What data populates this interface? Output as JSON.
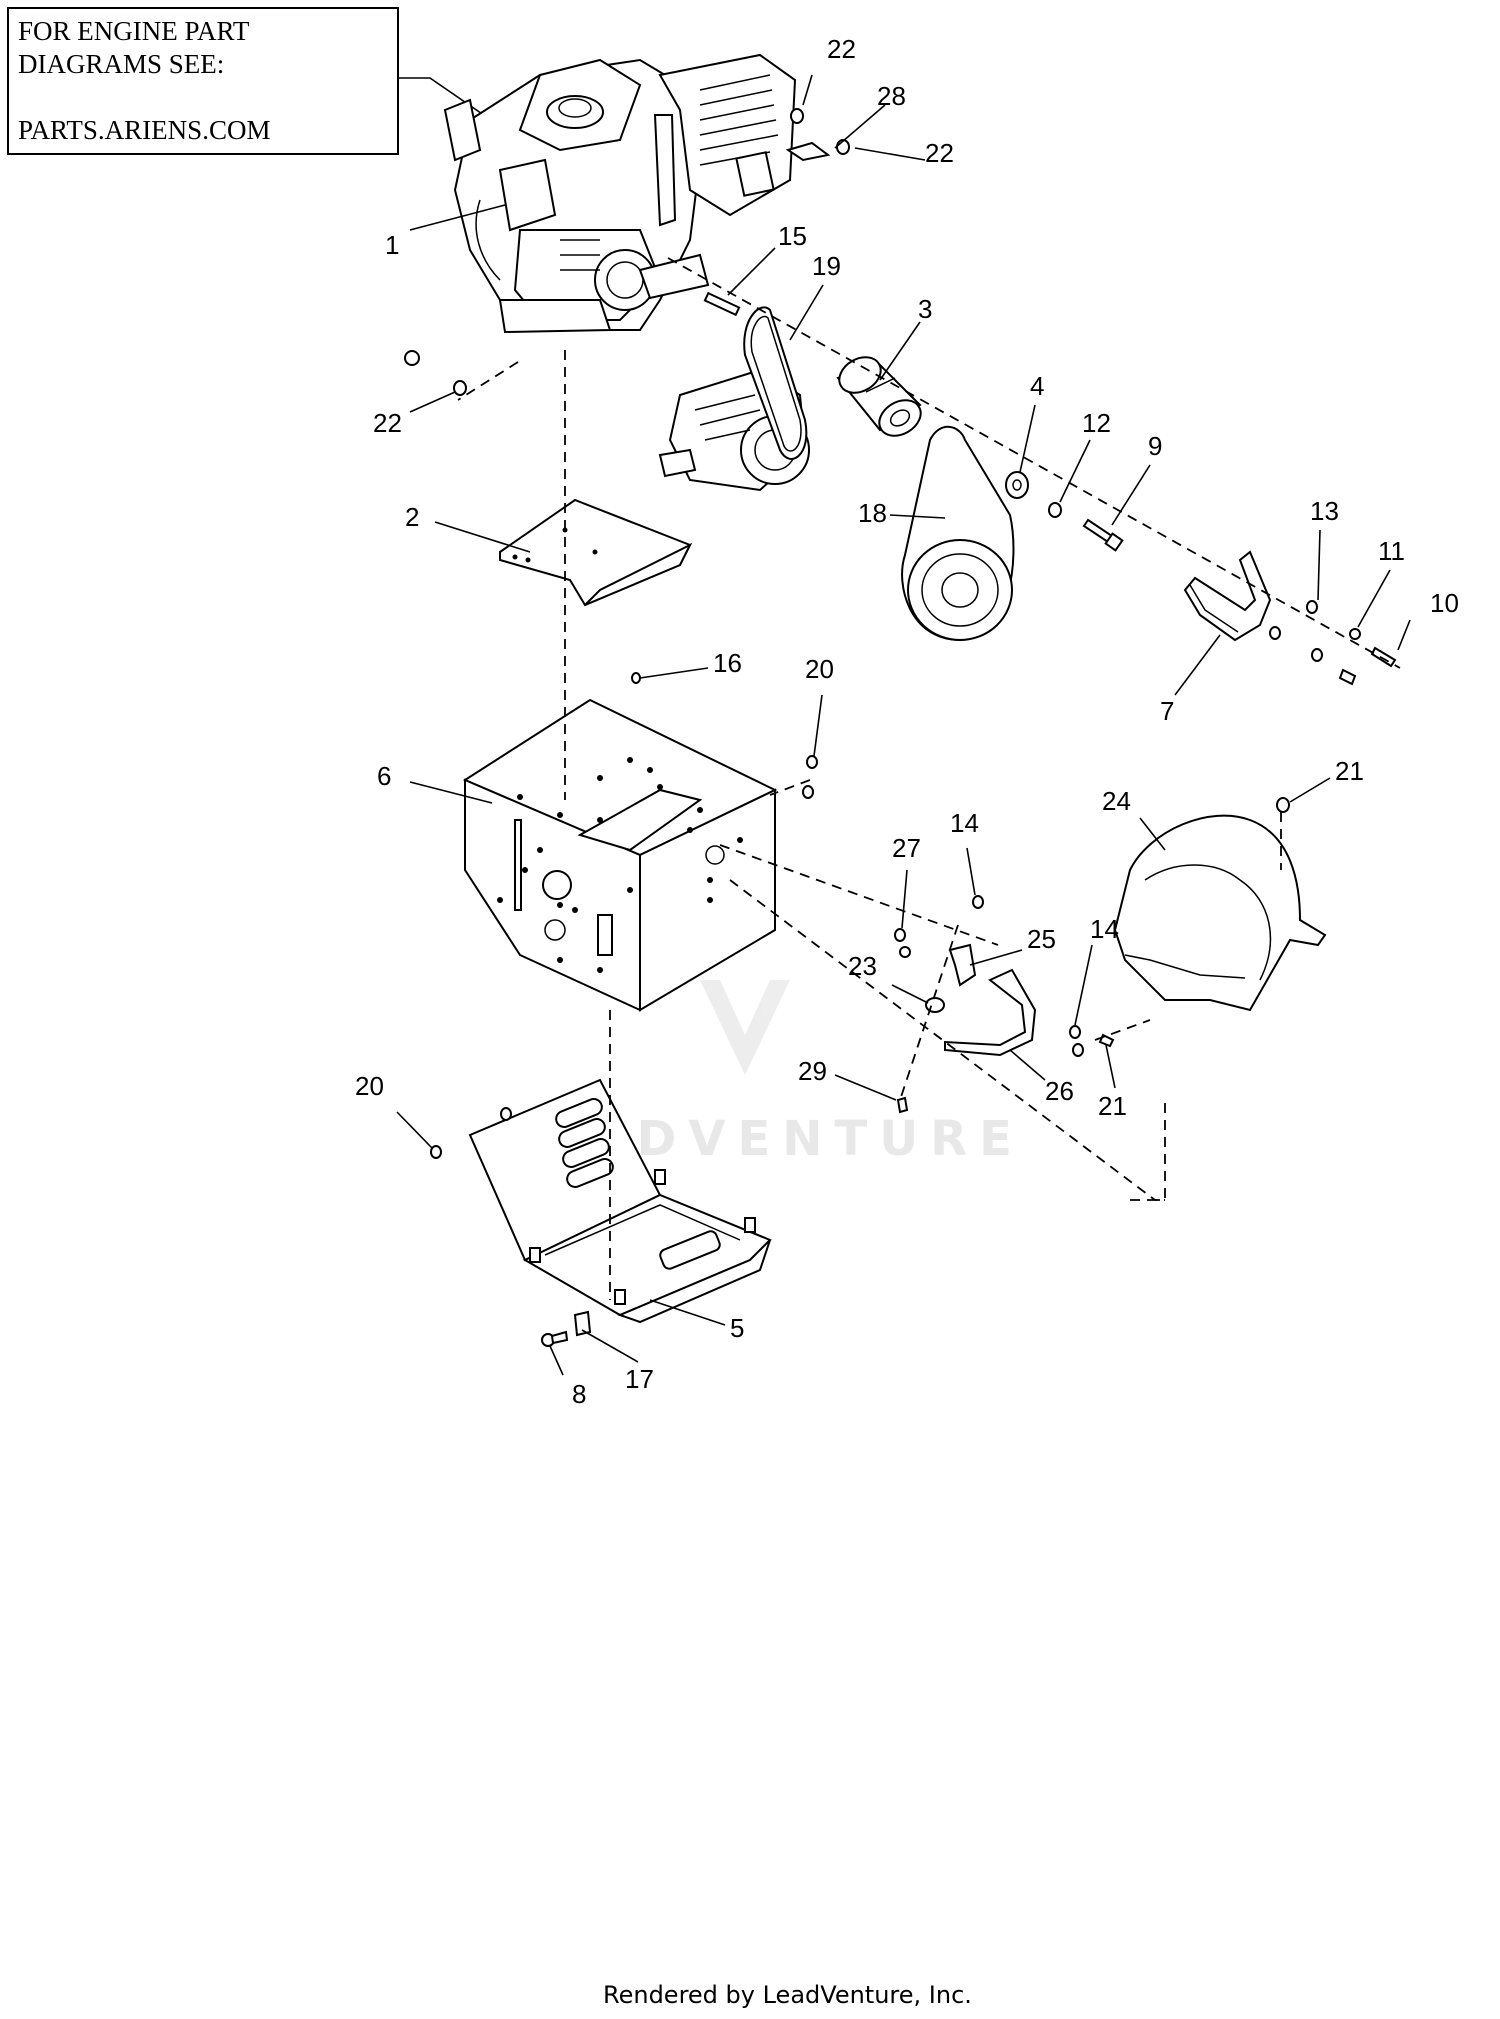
{
  "note": {
    "lines": [
      "FOR ENGINE PART",
      "DIAGRAMS SEE:",
      "",
      "PARTS.ARIENS.COM"
    ]
  },
  "callouts": [
    "22",
    "28",
    "22",
    "15",
    "19",
    "3",
    "1",
    "22",
    "4",
    "12",
    "9",
    "13",
    "11",
    "10",
    "18",
    "2",
    "7",
    "16",
    "20",
    "6",
    "21",
    "24",
    "14",
    "27",
    "25",
    "14",
    "23",
    "26",
    "29",
    "21",
    "20",
    "5",
    "17",
    "8"
  ],
  "watermark": "LEADVENTURE",
  "footer": "Rendered by LeadVenture, Inc."
}
